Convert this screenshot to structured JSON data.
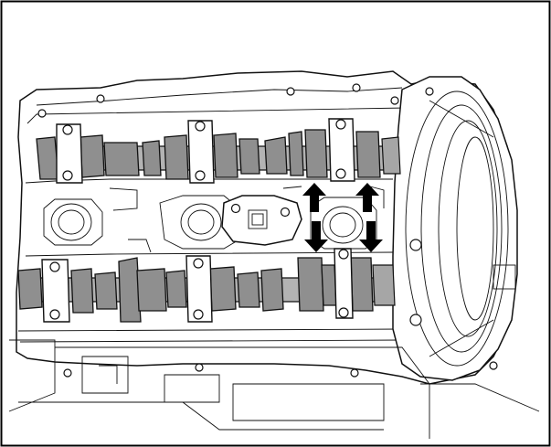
{
  "figure": {
    "frame_color": "#000000",
    "background_color": "#ffffff",
    "camshaft_fill_color": "#8f8f8f",
    "arrow_color": "#000000",
    "arrows": [
      {
        "name": "arrow-up-left",
        "direction": "up"
      },
      {
        "name": "arrow-up-right",
        "direction": "up"
      },
      {
        "name": "arrow-down-left",
        "direction": "down"
      },
      {
        "name": "arrow-down-right",
        "direction": "down"
      }
    ]
  }
}
